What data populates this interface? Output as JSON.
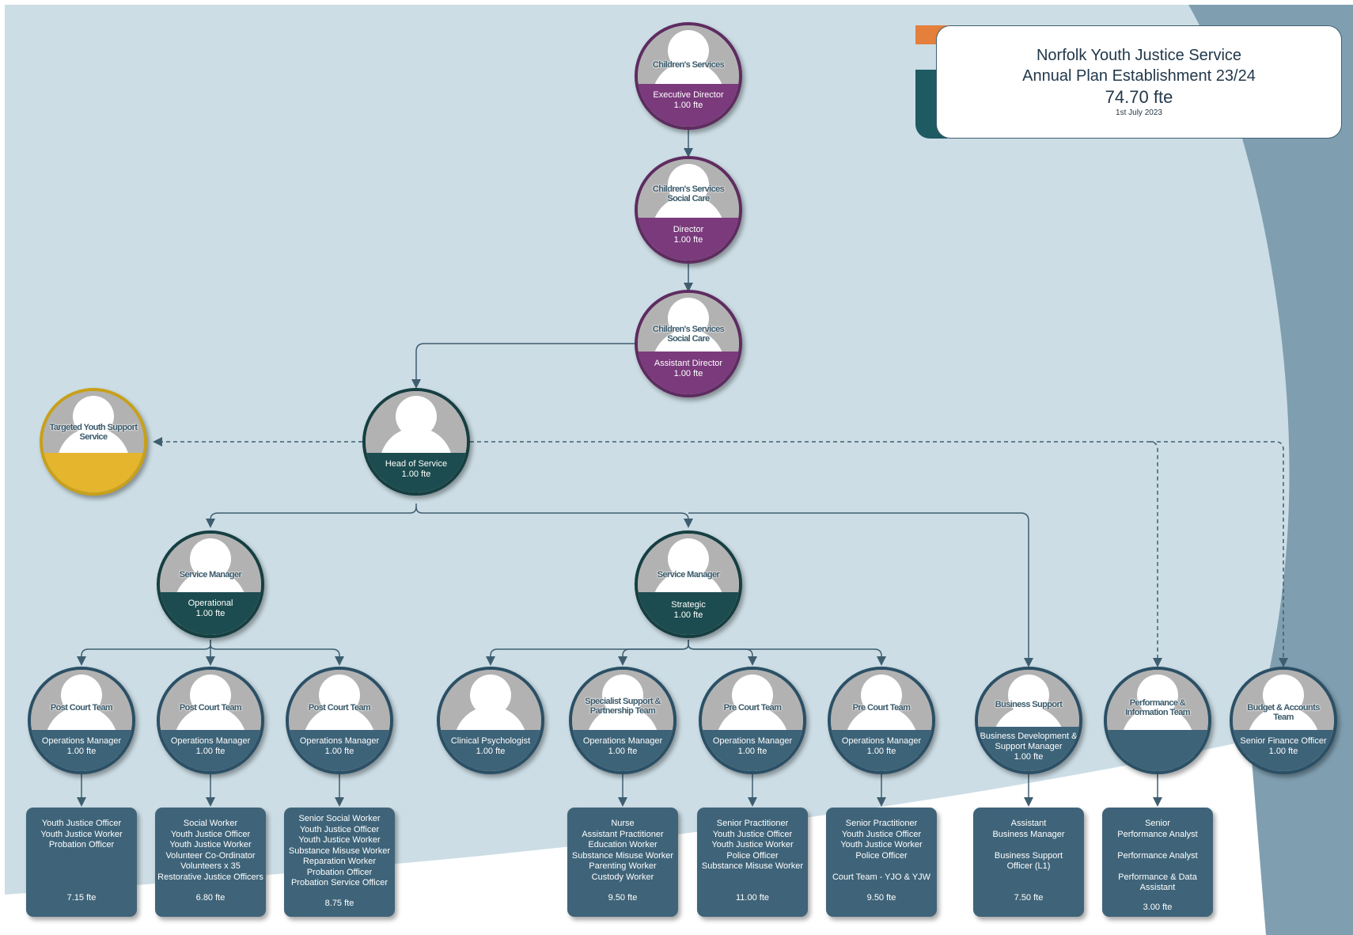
{
  "title_card": {
    "line1": "Norfolk Youth Justice Service",
    "line2": "Annual Plan Establishment 23/24",
    "fte_total": "74.70 fte",
    "date": "1st July 2023"
  },
  "colors": {
    "background": "#ccdde5",
    "purple": "#7a3a7c",
    "teal": "#1c4c4f",
    "blue": "#3d6378",
    "yellow": "#e4b52d",
    "accent_orange": "#e47f3c"
  },
  "nodes": {
    "childrens_services": {
      "label": "Children's Services",
      "role": "Executive Director",
      "fte": "1.00 fte"
    },
    "social_care_director": {
      "label": "Children's Services Social Care",
      "role": "Director",
      "fte": "1.00 fte"
    },
    "social_care_assistant": {
      "label": "Children's Services Social Care",
      "role": "Assistant Director",
      "fte": "1.00 fte"
    },
    "head_of_service": {
      "label": "",
      "role": "Head of Service",
      "fte": "1.00 fte"
    },
    "targeted_youth": {
      "label": "Targeted Youth Support Service",
      "role": "",
      "fte": ""
    },
    "service_manager_operational": {
      "label": "Service Manager",
      "role": "Operational",
      "fte": "1.00 fte"
    },
    "service_manager_strategic": {
      "label": "Service Manager",
      "role": "Strategic",
      "fte": "1.00 fte"
    },
    "post_court_1": {
      "label": "Post Court Team",
      "role": "Operations Manager",
      "fte": "1.00 fte"
    },
    "post_court_2": {
      "label": "Post Court Team",
      "role": "Operations Manager",
      "fte": "1.00 fte"
    },
    "post_court_3": {
      "label": "Post Court Team",
      "role": "Operations Manager",
      "fte": "1.00 fte"
    },
    "clinical_psychologist": {
      "label": "",
      "role": "Clinical Psychologist",
      "fte": "1.00 fte"
    },
    "specialist_support": {
      "label": "Specialist Support & Partnership Team",
      "role": "Operations Manager",
      "fte": "1.00 fte"
    },
    "pre_court_1": {
      "label": "Pre Court Team",
      "role": "Operations Manager",
      "fte": "1.00 fte"
    },
    "pre_court_2": {
      "label": "Pre Court Team",
      "role": "Operations Manager",
      "fte": "1.00 fte"
    },
    "business_support": {
      "label": "Business Support",
      "role": "Business Development & Support Manager",
      "fte": "1.00 fte"
    },
    "performance_info": {
      "label": "Performance & Information Team",
      "role": "",
      "fte": ""
    },
    "budget_accounts": {
      "label": "Budget & Accounts Team",
      "role": "Senior Finance Officer",
      "fte": "1.00 fte"
    }
  },
  "boxes": {
    "post_court_1": {
      "lines": [
        "Youth Justice Officer",
        "Youth Justice Worker",
        "Probation Officer"
      ],
      "fte": "7.15 fte"
    },
    "post_court_2": {
      "lines": [
        "Social Worker",
        "Youth Justice Officer",
        "Youth Justice Worker",
        "Volunteer Co-Ordinator",
        "Volunteers x 35",
        "Restorative Justice Officers"
      ],
      "fte": "6.80 fte"
    },
    "post_court_3": {
      "lines": [
        "Senior Social Worker",
        "Youth Justice Officer",
        "Youth Justice Worker",
        "Substance Misuse Worker",
        "Reparation Worker",
        "Probation Officer",
        "Probation Service Officer"
      ],
      "fte": "8.75 fte"
    },
    "specialist_support": {
      "lines": [
        "Nurse",
        "Assistant Practitioner",
        "Education Worker",
        "Substance Misuse Worker",
        "Parenting Worker",
        "Custody Worker"
      ],
      "fte": "9.50 fte"
    },
    "pre_court_1": {
      "lines": [
        "Senior Practitioner",
        "Youth Justice Officer",
        "Youth Justice Worker",
        "Police Officer",
        "Substance Misuse Worker"
      ],
      "fte": "11.00 fte"
    },
    "pre_court_2": {
      "lines": [
        "Senior Practitioner",
        "Youth Justice Officer",
        "Youth Justice Worker",
        "Police Officer",
        "",
        "Court Team - YJO & YJW"
      ],
      "fte": "9.50 fte"
    },
    "business_support": {
      "lines": [
        "Assistant",
        "Business Manager",
        "",
        "Business Support",
        "Officer (L1)"
      ],
      "fte": "7.50 fte"
    },
    "performance_info": {
      "lines": [
        "Senior",
        "Performance Analyst",
        "",
        "Performance Analyst",
        "",
        "Performance & Data",
        "Assistant"
      ],
      "fte": "3.00 fte"
    }
  }
}
